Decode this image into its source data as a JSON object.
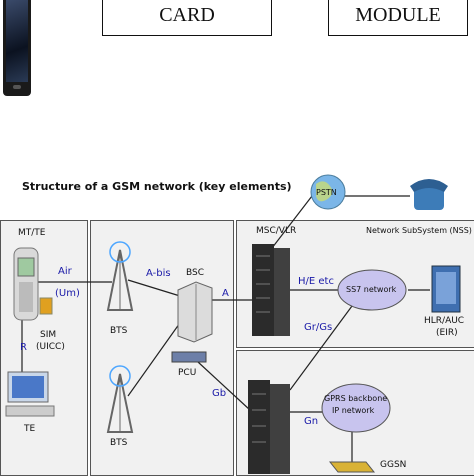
{
  "top": {
    "card_label": "CARD",
    "module_label": "MODULE"
  },
  "diagram": {
    "title": "Structure of a GSM network (key elements)",
    "nss_label": "Network SubSystem (NSS)",
    "nodes": {
      "mt_te": "MT/TE",
      "sim": "SIM",
      "uicc": "(UICC)",
      "te": "TE",
      "bts1": "BTS",
      "bts2": "BTS",
      "bsc": "BSC",
      "pcu": "PCU",
      "msc_vlr": "MSC/VLR",
      "pstn": "PSTN",
      "ss7": "SS7 network",
      "hlr_auc": "HLR/AUC",
      "eir": "(EIR)",
      "gprs_line1": "GPRS backbone",
      "gprs_line2": "IP network",
      "ggsn": "GGSN"
    },
    "interfaces": {
      "air": "Air",
      "um": "(Um)",
      "r": "R",
      "abis": "A-bis",
      "a": "A",
      "he": "H/E etc",
      "grgs": "Gr/Gs",
      "gb": "Gb",
      "gn": "Gn"
    }
  }
}
